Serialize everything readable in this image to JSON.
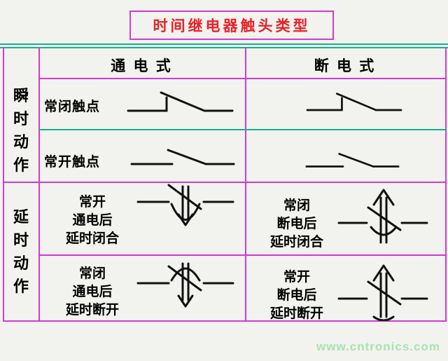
{
  "title": "时间继电器触头类型",
  "headers": {
    "left_col": "通 电 式",
    "right_col": "断 电 式"
  },
  "groups": {
    "instant": "瞬时动作",
    "delayed": "延时动作"
  },
  "rows": {
    "nc_instant": {
      "label": "常闭触点"
    },
    "no_instant": {
      "label": "常开触点"
    },
    "delay_close": {
      "left": [
        "常开",
        "通电后",
        "延时闭合"
      ],
      "right": [
        "常闭",
        "断电后",
        "延时闭合"
      ]
    },
    "delay_open": {
      "left": [
        "常闭",
        "通电后",
        "延时断开"
      ],
      "right": [
        "常开",
        "断电后",
        "延时断开"
      ]
    }
  },
  "symbols": {
    "row1_left": "normally-closed-contact-symbol",
    "row1_right": "normally-closed-contact-symbol",
    "row2_left": "normally-open-contact-symbol",
    "row2_right": "normally-open-contact-symbol",
    "row3_left": "delay-close-contact-down-arrow-symbol",
    "row3_right": "delay-close-contact-up-arrow-symbol",
    "row4_left": "delay-open-contact-down-arrow-symbol",
    "row4_right": "delay-open-contact-up-arrow-symbol"
  },
  "watermark": "www.cntronics.com",
  "colors": {
    "border_magenta": "#d23ad2",
    "accent_teal": "#12b38e",
    "title_red": "#e82228",
    "symbol_ink": "#111111",
    "watermark_green": "#a7e3b4",
    "background": "#f2f2ee"
  }
}
